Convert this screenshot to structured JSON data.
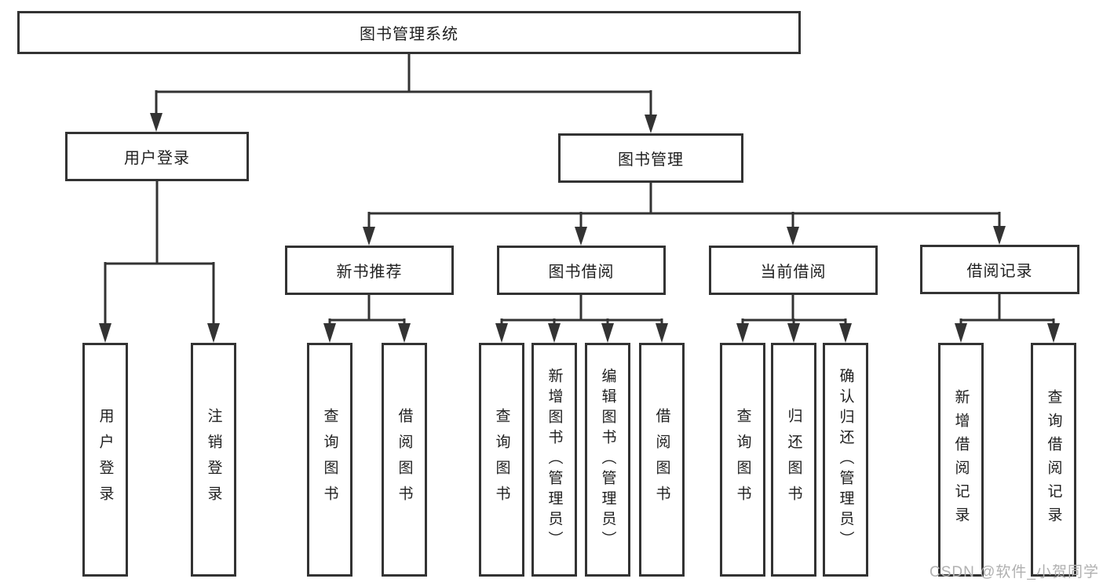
{
  "root": {
    "label": "图书管理系统"
  },
  "branches": {
    "user_login": {
      "label": "用户登录",
      "children": [
        {
          "label": "用户登录"
        },
        {
          "label": "注销登录"
        }
      ]
    },
    "book_mgmt": {
      "label": "图书管理",
      "sections": [
        {
          "label": "新书推荐",
          "children": [
            {
              "label": "查询图书"
            },
            {
              "label": "借阅图书"
            }
          ]
        },
        {
          "label": "图书借阅",
          "children": [
            {
              "label": "查询图书"
            },
            {
              "label": "新增图书（管理员）"
            },
            {
              "label": "编辑图书（管理员）"
            },
            {
              "label": "借阅图书"
            }
          ]
        },
        {
          "label": "当前借阅",
          "children": [
            {
              "label": "查询图书"
            },
            {
              "label": "归还图书"
            },
            {
              "label": "确认归还（管理员）"
            }
          ]
        },
        {
          "label": "借阅记录",
          "children": [
            {
              "label": "新增借阅记录"
            },
            {
              "label": "查询借阅记录"
            }
          ]
        }
      ]
    }
  },
  "watermark": {
    "text": "CSDN @软件_小贺同学"
  },
  "colors": {
    "line": "#333333",
    "text": "#1f1f1f",
    "background": "#ffffff",
    "watermark_text": "#b0b0b0"
  }
}
